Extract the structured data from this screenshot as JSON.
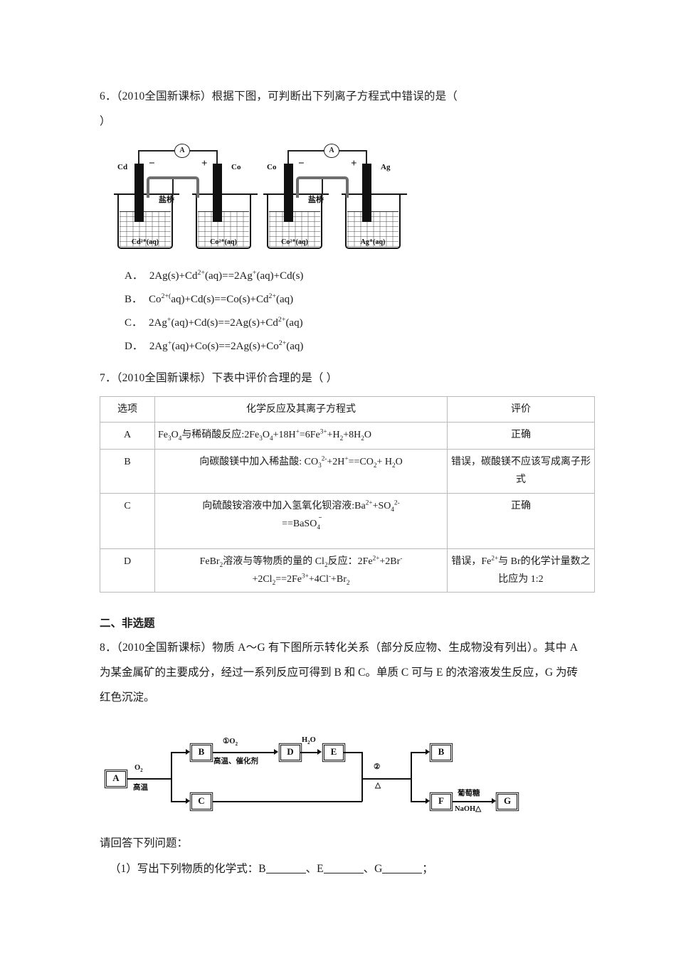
{
  "q6": {
    "line1": "6．（2010全国新课标）根据下图，可判断出下列离子方程式中错误的是（",
    "line2": "）",
    "figure": {
      "ammeter_symbol": "A",
      "salt_bridge_label": "盐桥",
      "cell_left": {
        "left_metal": "Cd",
        "right_metal": "Co",
        "left_sign": "−",
        "right_sign": "+",
        "left_solution": "Cd²⁺(aq)",
        "right_solution": "Co²⁺(aq)"
      },
      "cell_right": {
        "left_metal": "Co",
        "right_metal": "Ag",
        "left_sign": "−",
        "right_sign": "+",
        "left_solution": "Co²⁺(aq)",
        "right_solution": "Ag⁺(aq)"
      }
    },
    "options": [
      {
        "label": "A．",
        "text": "2Ag(s)+Cd2+(aq)==2Ag+(aq)+Cd(s)"
      },
      {
        "label": "B．",
        "text": "Co2+(aq)+Cd(s)==Co(s)+Cd2+(aq)"
      },
      {
        "label": "C．",
        "text": "2Ag+(aq)+Cd(s)==2Ag(s)+Cd2+(aq)"
      },
      {
        "label": "D．",
        "text": "2Ag+(aq)+Co(s)==2Ag(s)+Co2+(aq)"
      }
    ]
  },
  "q7": {
    "stem": "7．（2010全国新课标）下表中评价合理的是（     ）",
    "headers": [
      "选项",
      "化学反应及其离子方程式",
      "评价"
    ],
    "rows": [
      {
        "option": "A",
        "equation": "Fe3O4与稀硝酸反应:2Fe3O4+18H+=6Fe3++H2+8H2O",
        "evaluation": "正确"
      },
      {
        "option": "B",
        "equation": "向碳酸镁中加入稀盐酸: CO32-+2H+==CO2+ H2O",
        "evaluation": "错误，碳酸镁不应该写成离子形式"
      },
      {
        "option": "C",
        "equation": "向硫酸铵溶液中加入氢氧化钡溶液:Ba2++SO42-==BaSO4−",
        "evaluation": "正确"
      },
      {
        "option": "D",
        "equation": "FeBr2溶液与等物质的量的 Cl2反应：2Fe2++2Br-+2Cl2==2Fe3++4Cl-+Br2",
        "evaluation": "错误，Fe2+与 Br的化学计量数之比应为 1:2"
      }
    ]
  },
  "section2": {
    "title": "二、非选题"
  },
  "q8": {
    "paragraph": "8．（2010全国新课标）物质 A～G 有下图所示转化关系（部分反应物、生成物没有列出）。其中 A 为某金属矿的主要成分，经过一系列反应可得到 B 和 C。单质 C 可与 E 的浓溶液发生反应，G 为砖红色沉淀。",
    "flow": {
      "nodes": {
        "a": "A",
        "b1": "B",
        "c": "C",
        "d": "D",
        "e": "E",
        "b2": "B",
        "f": "F",
        "g": "G"
      },
      "labels": {
        "a_over": "O2",
        "a_under": "高温",
        "b_over": "①O2",
        "b_under": "高温、催化剂",
        "d_over": "H2O",
        "mid_over": "②",
        "mid_under": "△",
        "f_over": "葡萄糖",
        "f_under": "NaOH△"
      }
    },
    "prompt": "请回答下列问题：",
    "sub1_pre": "（1）写出下列物质的化学式：B",
    "sub1_m1": "、E",
    "sub1_m2": "、G",
    "sub1_end": "；"
  }
}
